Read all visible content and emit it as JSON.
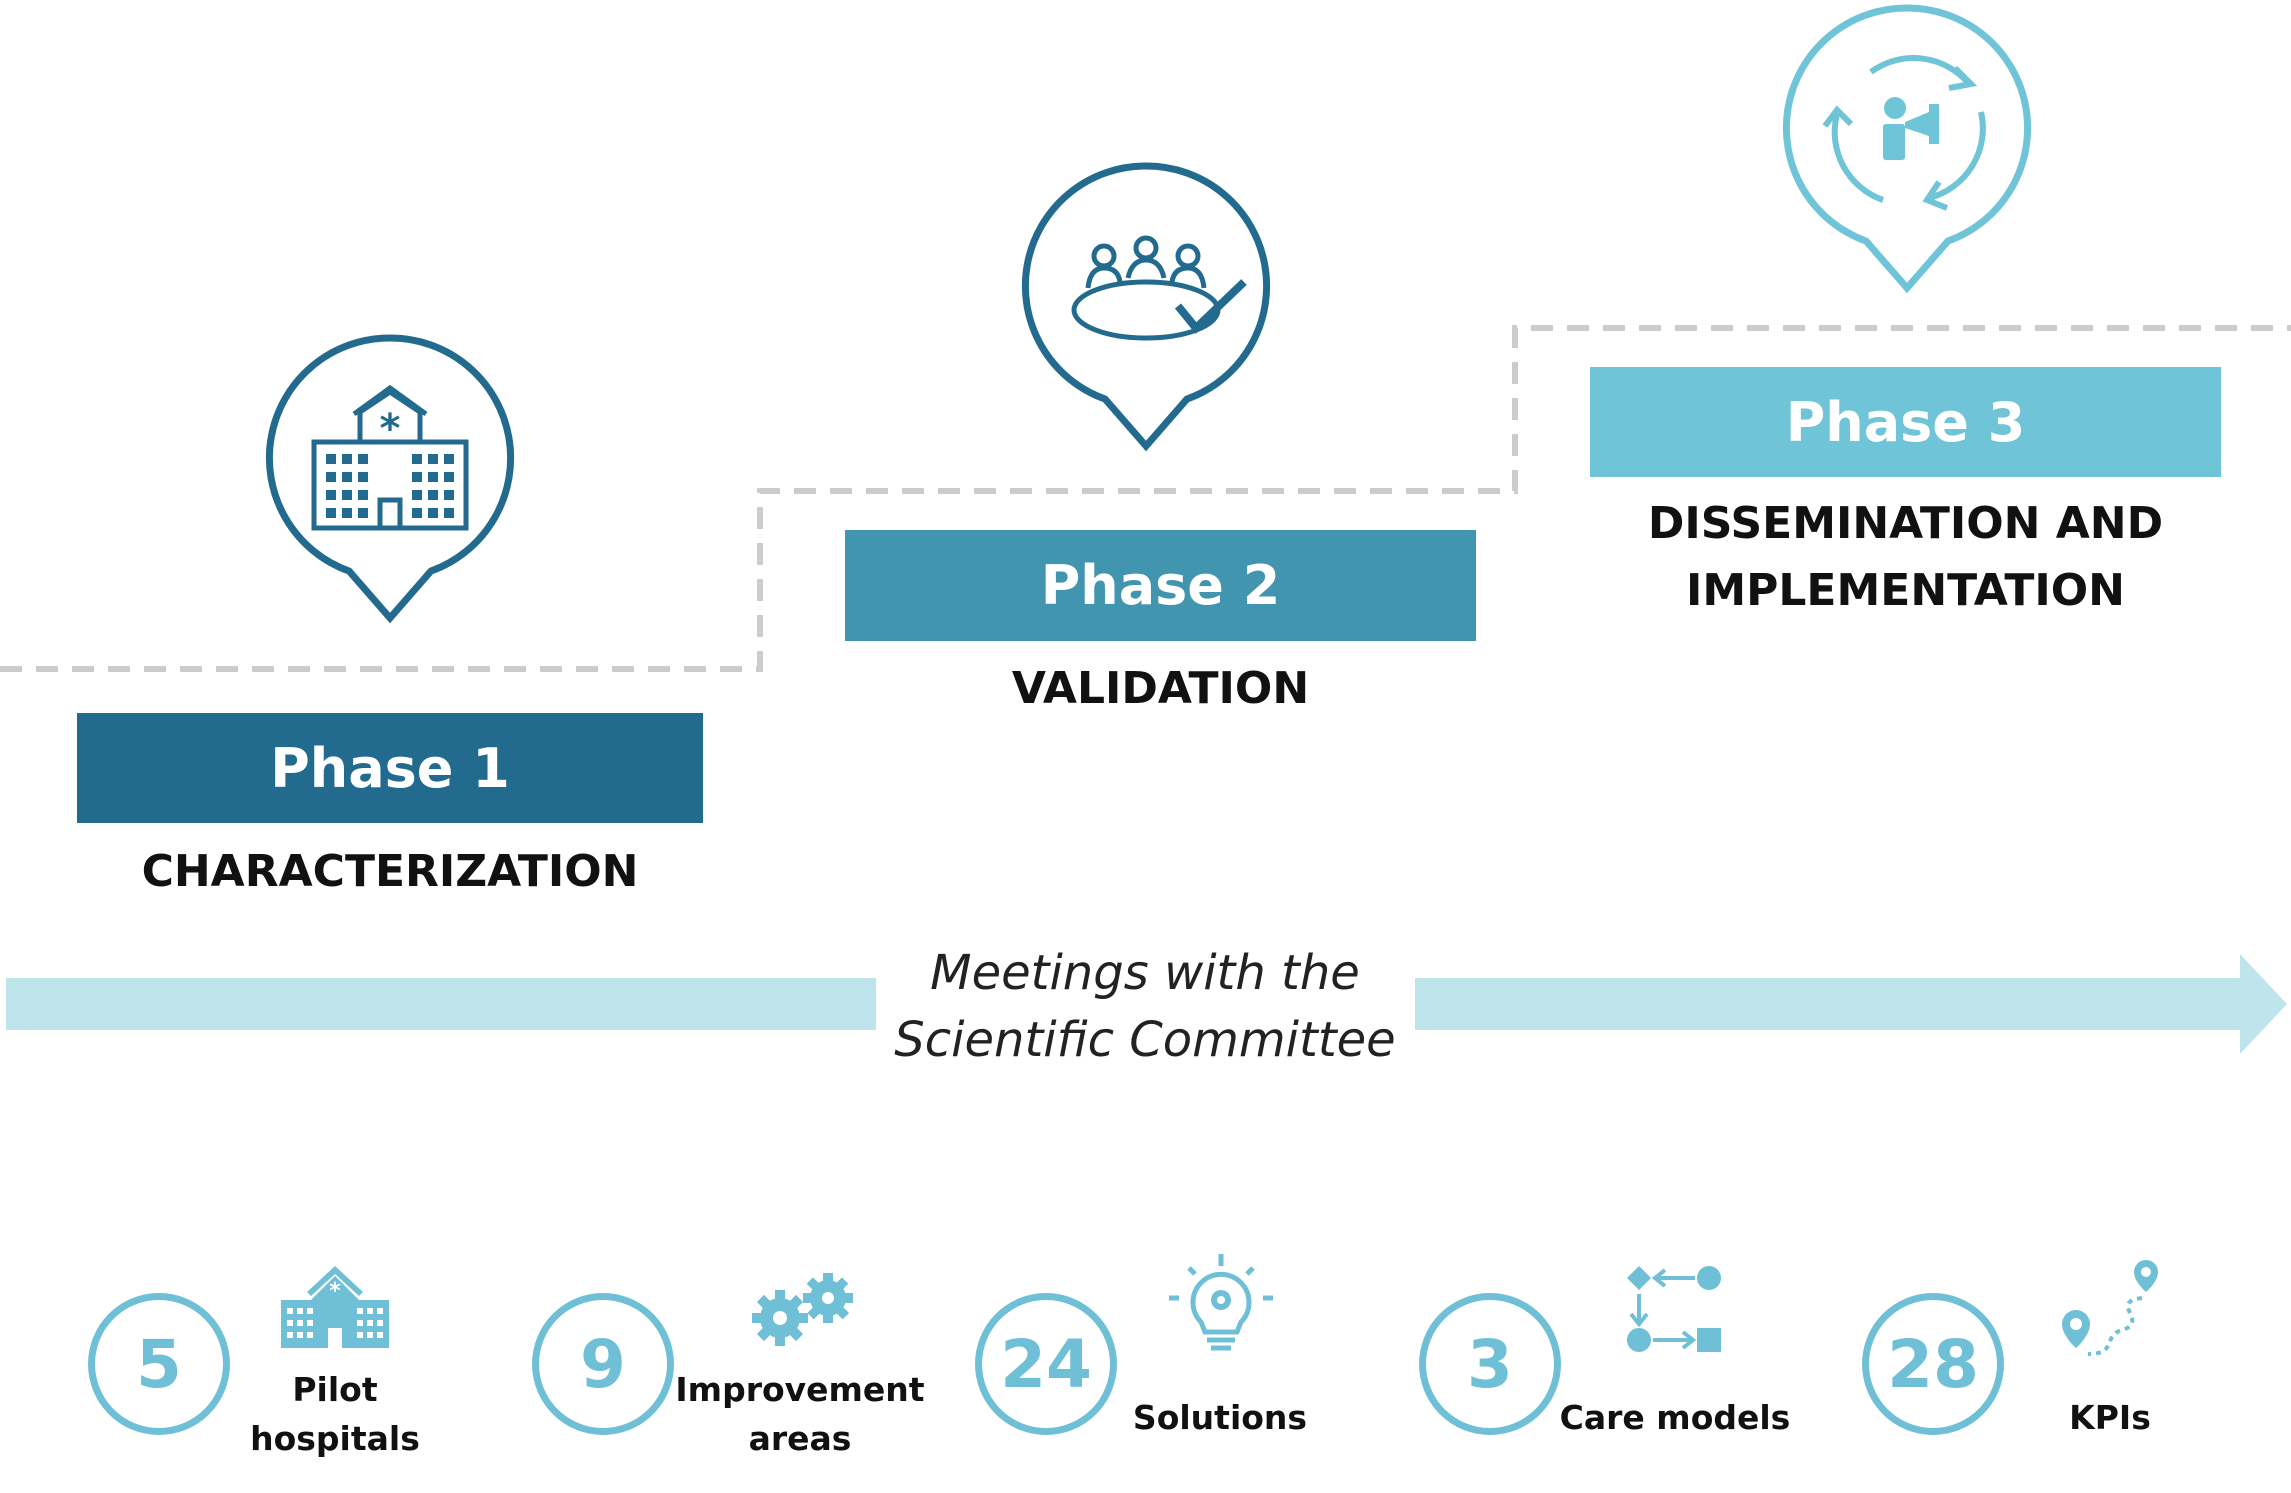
{
  "phases": [
    {
      "label": "Phase 1",
      "subtitle": "CHARACTERIZATION",
      "color": "#236b8e",
      "icon": "hospital-icon"
    },
    {
      "label": "Phase 2",
      "subtitle": "VALIDATION",
      "color": "#4195ae",
      "icon": "meeting-table-icon"
    },
    {
      "label": "Phase 3",
      "subtitle_line1": "DISSEMINATION AND",
      "subtitle_line2": "IMPLEMENTATION",
      "color": "#6fc4d8",
      "icon": "presenter-cycle-icon"
    }
  ],
  "flow": {
    "line1": "Meetings with the",
    "line2": "Scientific Committee",
    "color": "#bfe5ec"
  },
  "stats": [
    {
      "value": "5",
      "label_line1": "Pilot",
      "label_line2": "hospitals",
      "icon": "hospital-icon"
    },
    {
      "value": "9",
      "label_line1": "Improvement",
      "label_line2": "areas",
      "icon": "gears-icon"
    },
    {
      "value": "24",
      "label_line1": "Solutions",
      "icon": "lightbulb-icon"
    },
    {
      "value": "3",
      "label_line1": "Care models",
      "icon": "flowchart-icon"
    },
    {
      "value": "28",
      "label_line1": "KPIs",
      "icon": "route-pins-icon"
    }
  ],
  "colors": {
    "stat_accent": "#6fc0d6",
    "dashed_line": "#cccccc"
  }
}
